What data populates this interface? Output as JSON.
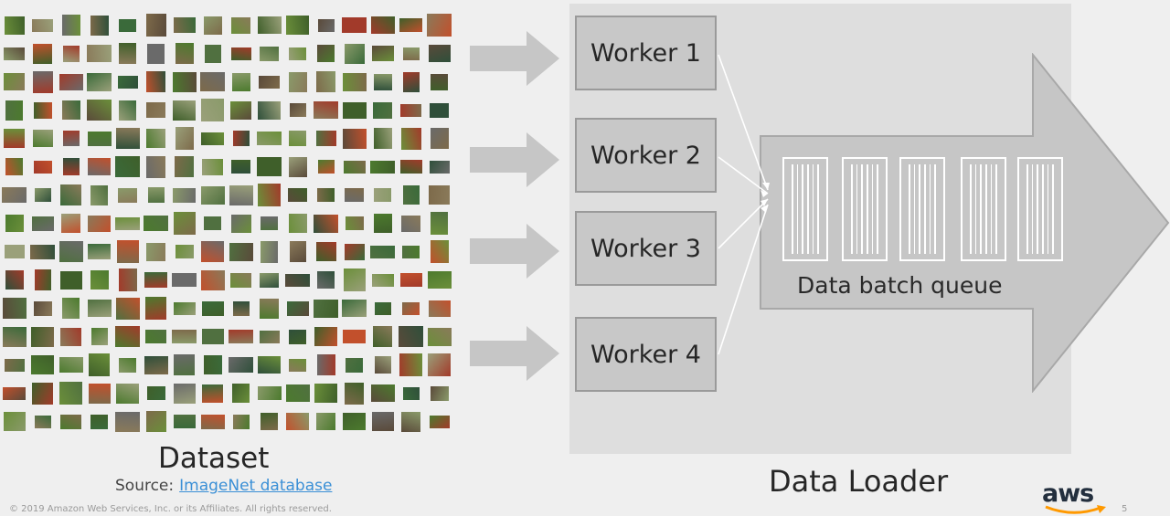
{
  "dataset": {
    "label": "Dataset",
    "source_prefix": "Source:",
    "source_link": "ImageNet database",
    "grid_rows": 15,
    "grid_cols": 16,
    "tile_colors": [
      "#4c7a2e",
      "#6b8f3a",
      "#7d6a4a",
      "#3f5f2a",
      "#8a9a6a",
      "#5a4a3a",
      "#a23a2a",
      "#2f4f3a",
      "#9aa07a",
      "#6a6a6a",
      "#c2502c",
      "#507040",
      "#8a7a5a",
      "#3a6a3a"
    ]
  },
  "workers": [
    {
      "label": "Worker 1"
    },
    {
      "label": "Worker 2"
    },
    {
      "label": "Worker 3"
    },
    {
      "label": "Worker 4"
    }
  ],
  "queue": {
    "label": "Data batch queue",
    "batch_count": 5
  },
  "loader": {
    "label": "Data Loader"
  },
  "footer": {
    "copyright": "© 2019 Amazon Web Services, Inc. or its Affiliates. All rights reserved.",
    "brand": "aws",
    "slide_number": "5"
  },
  "colors": {
    "background": "#efefef",
    "loader_panel": "#dedede",
    "worker_box": "#c8c8c8",
    "arrow": "#c6c6c6",
    "link": "#3a8fd6",
    "aws_orange": "#ff9900"
  }
}
